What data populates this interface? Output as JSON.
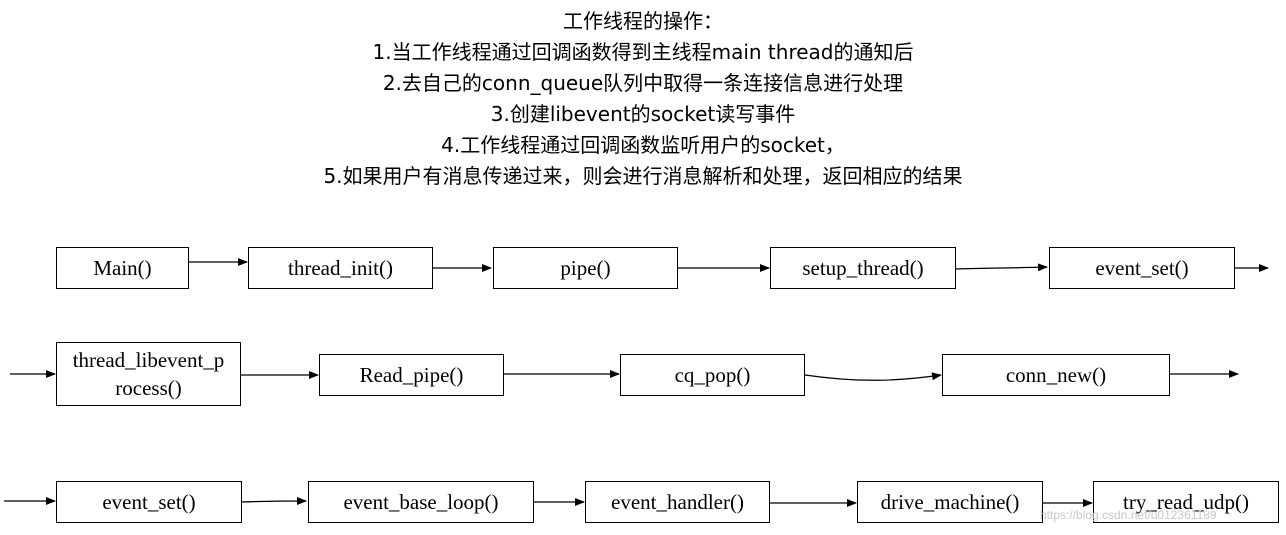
{
  "header": {
    "title": "工作线程的操作：",
    "steps": [
      "1.当工作线程通过回调函数得到主线程main thread的通知后",
      "2.去自己的conn_queue队列中取得一条连接信息进行处理",
      "3.创建libevent的socket读写事件",
      "4.工作线程通过回调函数监听用户的socket，",
      "5.如果用户有消息传递过来，则会进行消息解析和处理，返回相应的结果"
    ]
  },
  "rows": [
    [
      "Main()",
      "thread_init()",
      "pipe()",
      "setup_thread()",
      "event_set()"
    ],
    [
      "thread_libevent_process()",
      "Read_pipe()",
      "cq_pop()",
      "conn_new()"
    ],
    [
      "event_set()",
      "event_base_loop()",
      "event_handler()",
      "drive_machine()",
      "try_read_udp()"
    ]
  ],
  "row1_box0_lines": [
    "thread_libevent_p",
    "rocess()"
  ],
  "watermark": "https://blog.csdn.net/u012361189"
}
